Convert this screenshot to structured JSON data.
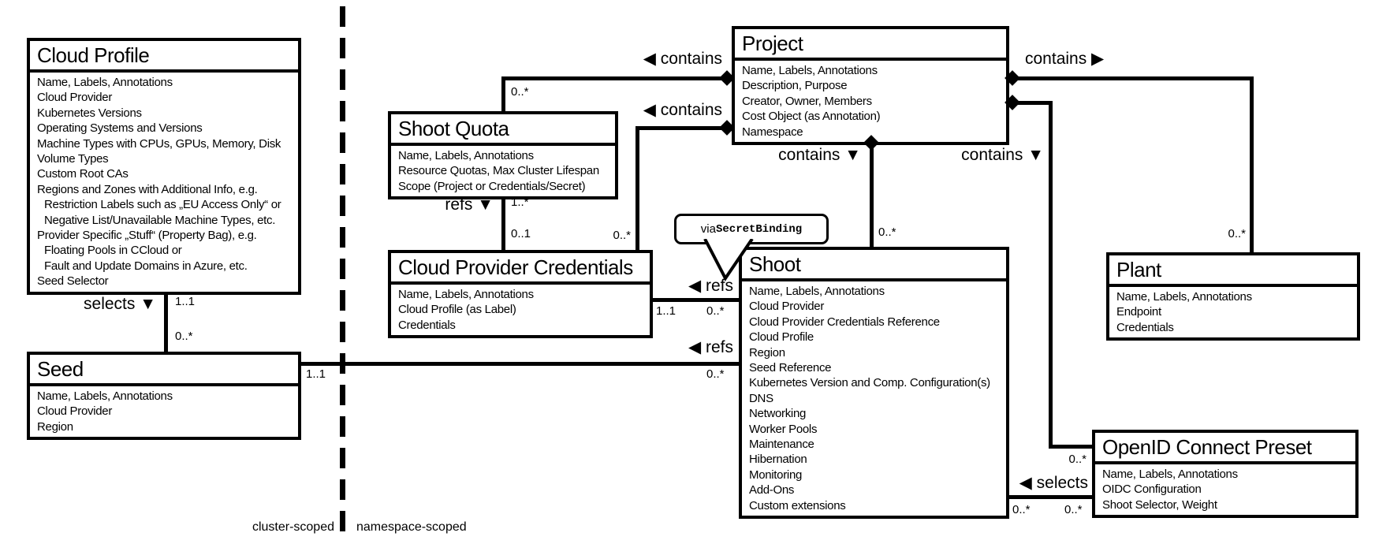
{
  "diagram": {
    "scope_left": "cluster-scoped",
    "scope_right": "namespace-scoped",
    "callout": {
      "prefix": "via ",
      "code": "SecretBinding"
    },
    "line_color": "#000000",
    "background": "#ffffff"
  },
  "entities": {
    "cloud_profile": {
      "title": "Cloud Profile",
      "attributes": [
        "Name, Labels, Annotations",
        "Cloud Provider",
        "Kubernetes Versions",
        "Operating Systems and Versions",
        "Machine Types with CPUs, GPUs, Memory, Disk",
        "Volume Types",
        "Custom Root CAs",
        "Regions and Zones with Additional Info, e.g.",
        "Restriction Labels such as „EU Access Only“ or",
        "Negative List/Unavailable Machine Types, etc.",
        "Provider Specific „Stuff“ (Property Bag), e.g.",
        "Floating Pools in CCloud or",
        "Fault and Update Domains in Azure, etc.",
        "Seed Selector"
      ]
    },
    "seed": {
      "title": "Seed",
      "attributes": [
        "Name, Labels, Annotations",
        "Cloud Provider",
        "Region"
      ]
    },
    "shoot_quota": {
      "title": "Shoot Quota",
      "attributes": [
        "Name, Labels, Annotations",
        "Resource Quotas, Max Cluster Lifespan",
        "Scope (Project or Credentials/Secret)"
      ]
    },
    "cloud_provider_credentials": {
      "title": "Cloud Provider Credentials",
      "attributes": [
        "Name, Labels, Annotations",
        "Cloud Profile (as Label)",
        "Credentials"
      ]
    },
    "project": {
      "title": "Project",
      "attributes": [
        "Name, Labels, Annotations",
        "Description, Purpose",
        "Creator, Owner, Members",
        "Cost Object (as Annotation)",
        "Namespace"
      ]
    },
    "shoot": {
      "title": "Shoot",
      "attributes": [
        "Name, Labels, Annotations",
        "Cloud Provider",
        "Cloud Provider Credentials Reference",
        "Cloud Profile",
        "Region",
        "Seed Reference",
        "Kubernetes Version and Comp. Configuration(s)",
        "DNS",
        "Networking",
        "Worker Pools",
        "Maintenance",
        "Hibernation",
        "Monitoring",
        "Add-Ons",
        "Custom extensions"
      ]
    },
    "plant": {
      "title": "Plant",
      "attributes": [
        "Name, Labels, Annotations",
        "Endpoint",
        "Credentials"
      ]
    },
    "oidc_preset": {
      "title": "OpenID Connect Preset",
      "attributes": [
        "Name, Labels, Annotations",
        "OIDC Configuration",
        "Shoot Selector, Weight"
      ]
    }
  },
  "relationships": {
    "profile_selects_seed": {
      "label": "selects ▼",
      "mult_top": "1..1",
      "mult_bottom": "0..*"
    },
    "project_contains_quota": {
      "label": "◀ contains",
      "mult": "0..*"
    },
    "project_contains_credentials": {
      "label": "◀ contains",
      "mult": "0..*"
    },
    "quota_refs_credentials": {
      "label": "refs ▼",
      "mult_top": "1..*",
      "mult_bottom": "0..1"
    },
    "shoot_refs_credentials": {
      "label": "◀ refs",
      "mult_left": "1..1",
      "mult_right": "0..*"
    },
    "shoot_refs_seed": {
      "label": "◀ refs",
      "mult_left": "1..1",
      "mult_right": "0..*"
    },
    "project_contains_shoot": {
      "label": "contains ▼",
      "mult": "0..*"
    },
    "project_contains_plant": {
      "label": "contains ▶",
      "mult": "0..*"
    },
    "project_contains_oidc": {
      "label": "contains ▼",
      "mult": "0..*"
    },
    "oidc_selects_shoot": {
      "label": "◀ selects",
      "mult_left": "0..*",
      "mult_right": "0..*"
    }
  }
}
